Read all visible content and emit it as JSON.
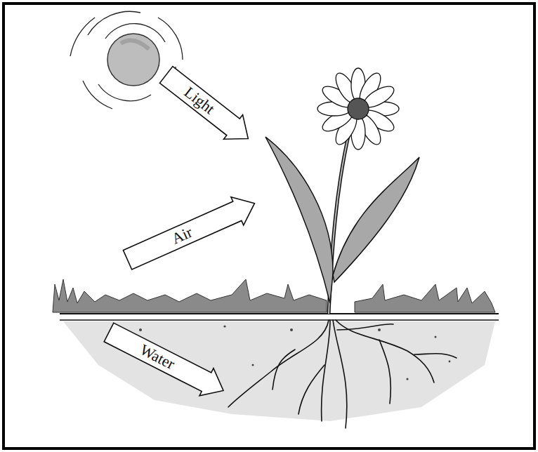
{
  "diagram": {
    "nodes": [
      {
        "text": [
          "Light"
        ]
      },
      {
        "text": [
          "Air"
        ]
      },
      {
        "text": [
          "Water"
        ]
      }
    ]
  }
}
